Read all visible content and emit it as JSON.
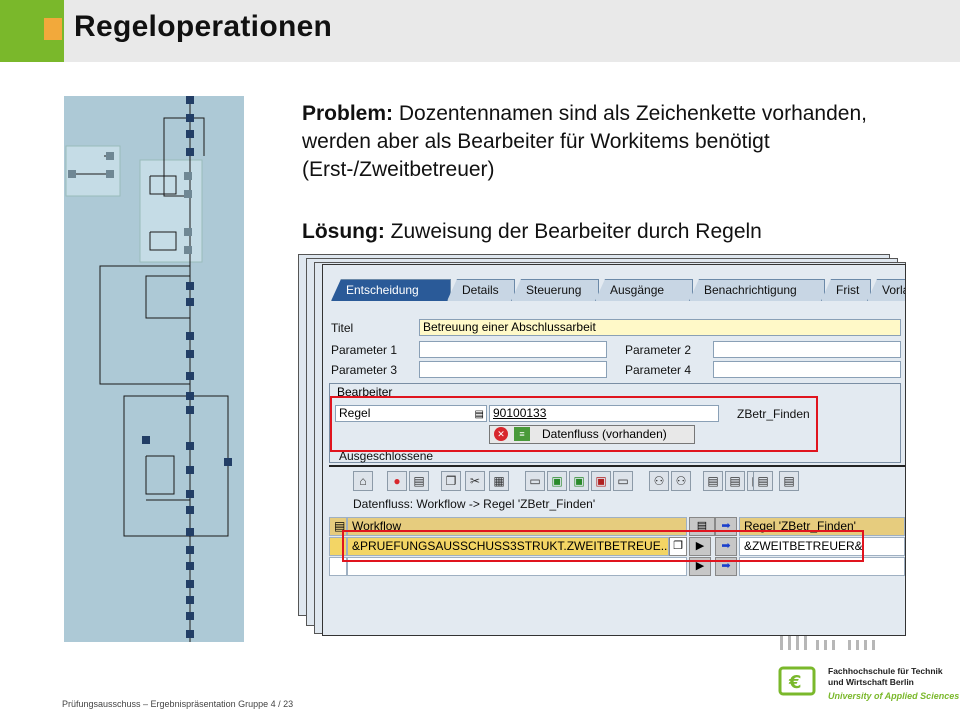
{
  "header": {
    "title": "Regeloperationen"
  },
  "content": {
    "problem_label": "Problem:",
    "problem_text": " Dozentennamen sind als Zeichenkette vorhanden, werden aber als Bearbeiter für Workitems benötigt (Erst-/Zweitbetreuer)",
    "solution_label": "Lösung:",
    "solution_text": " Zuweisung der Bearbeiter durch Regeln"
  },
  "sap": {
    "tabs": [
      "Entscheidung",
      "Details",
      "Steuerung",
      "Ausgänge",
      "Benachrichtigung",
      "Frist",
      "Vorla"
    ],
    "active_tab": "Entscheidung",
    "titel_label": "Titel",
    "titel_value": "Betreuung einer Abschlussarbeit",
    "param1_label": "Parameter 1",
    "param2_label": "Parameter 2",
    "param3_label": "Parameter 3",
    "param4_label": "Parameter 4",
    "bearbeiter_label": "Bearbeiter",
    "regel_label": "Regel",
    "regel_id": "90100133",
    "regel_name": "ZBetr_Finden",
    "datenfluss_button": "Datenfluss (vorhanden)",
    "ausgeschlossene_label": "Ausgeschlossene",
    "datenfluss_title": "Datenfluss: Workflow -> Regel 'ZBetr_Finden'",
    "table_header_left": "Workflow",
    "table_header_right": "Regel 'ZBetr_Finden'",
    "binding_source": "&PRUEFUNGSAUSSCHUSS3STRUKT.ZWEITBETREUE...",
    "binding_target": "&ZWEITBETREUER&"
  },
  "footer": {
    "text": "Prüfungsausschuss – Ergebnispräsentation Gruppe 4  /  23",
    "logo_line1": "Fachhochschule für Technik",
    "logo_line2": "und Wirtschaft Berlin",
    "logo_line3": "University of Applied Sciences"
  },
  "colors": {
    "accent_green": "#7ab82b",
    "accent_orange": "#f2a93b",
    "highlight_red": "#e0141e",
    "sap_tab_active": "#2a5a98"
  }
}
